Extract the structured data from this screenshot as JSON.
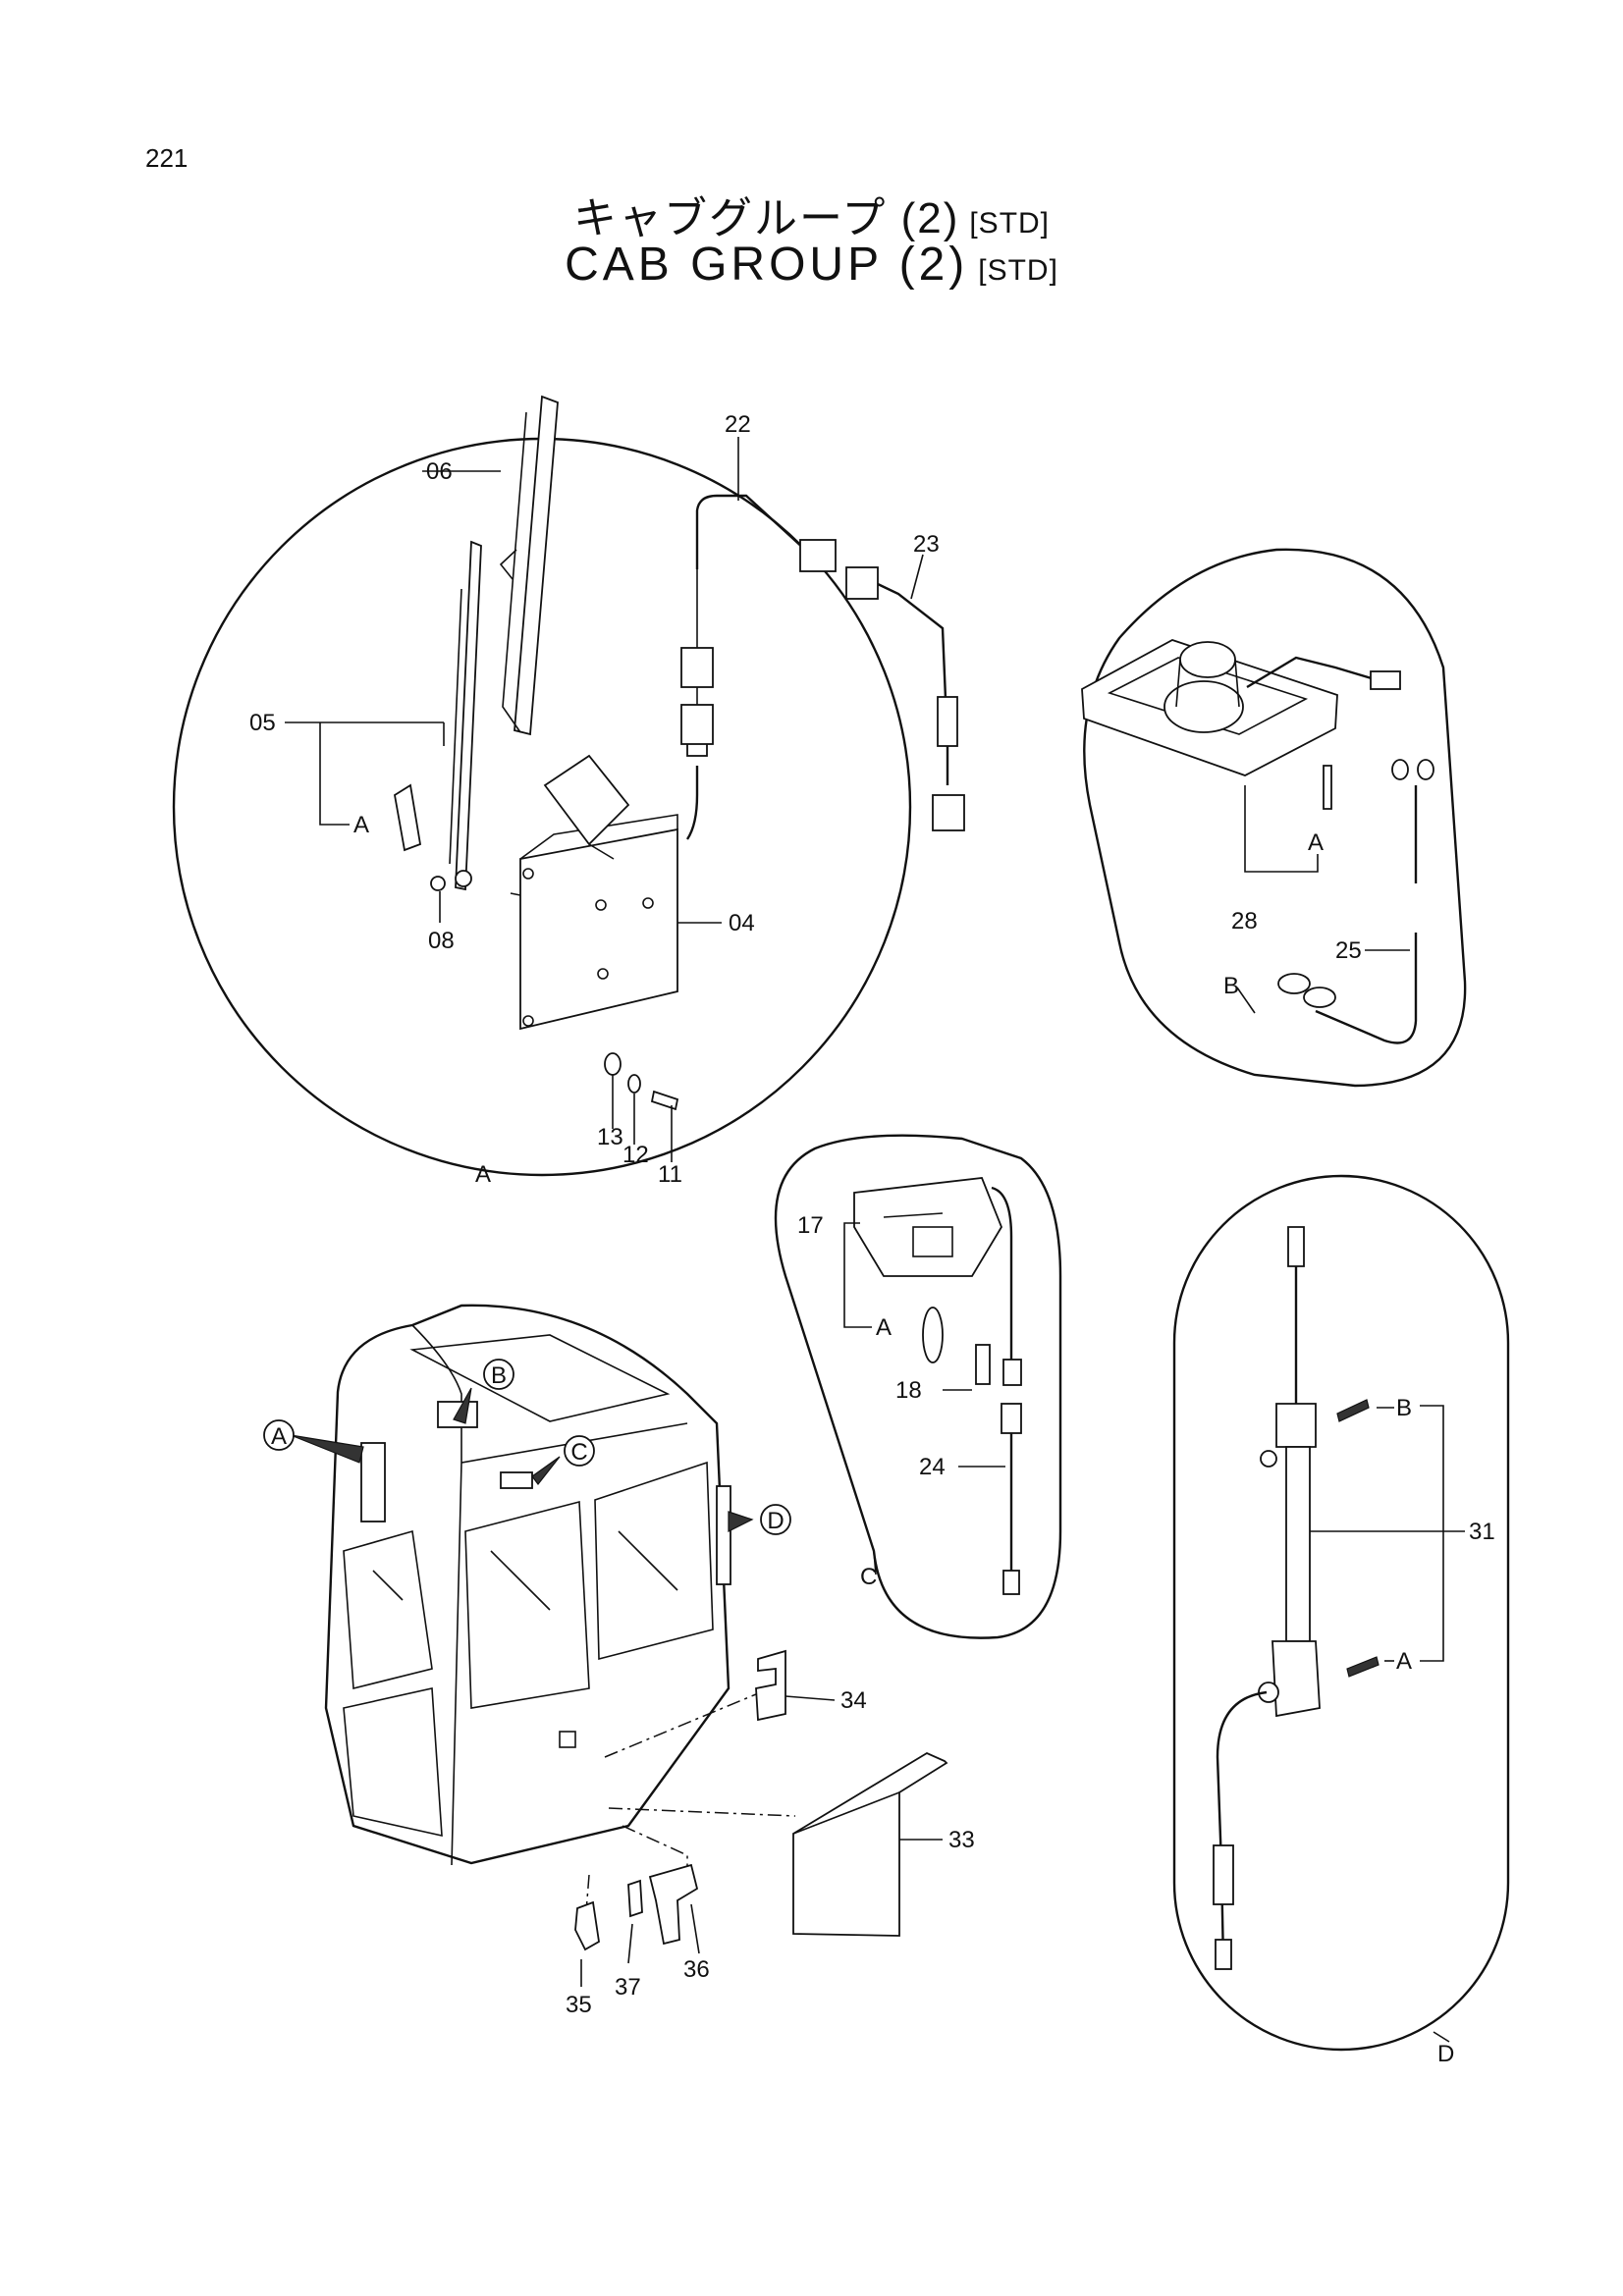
{
  "page_number": "221",
  "title_jp": "キャブグループ (2)",
  "title_en": "CAB  GROUP  (2)",
  "title_suffix": "[STD]",
  "detail_labels": {
    "A": "A",
    "B": "B",
    "C": "C",
    "D": "D"
  },
  "part_numbers": {
    "p04": "04",
    "p05": "05",
    "p06": "06",
    "p08": "08",
    "p11": "11",
    "p12": "12",
    "p13": "13",
    "p17": "17",
    "p18": "18",
    "p22": "22",
    "p23": "23",
    "p24": "24",
    "p25": "25",
    "p28": "28",
    "p31": "31",
    "p33": "33",
    "p34": "34",
    "p35": "35",
    "p36": "36",
    "p37": "37"
  },
  "sub_refs": {
    "a05": "A",
    "a28": "A",
    "a17": "A",
    "a31": "A",
    "b31": "B"
  }
}
